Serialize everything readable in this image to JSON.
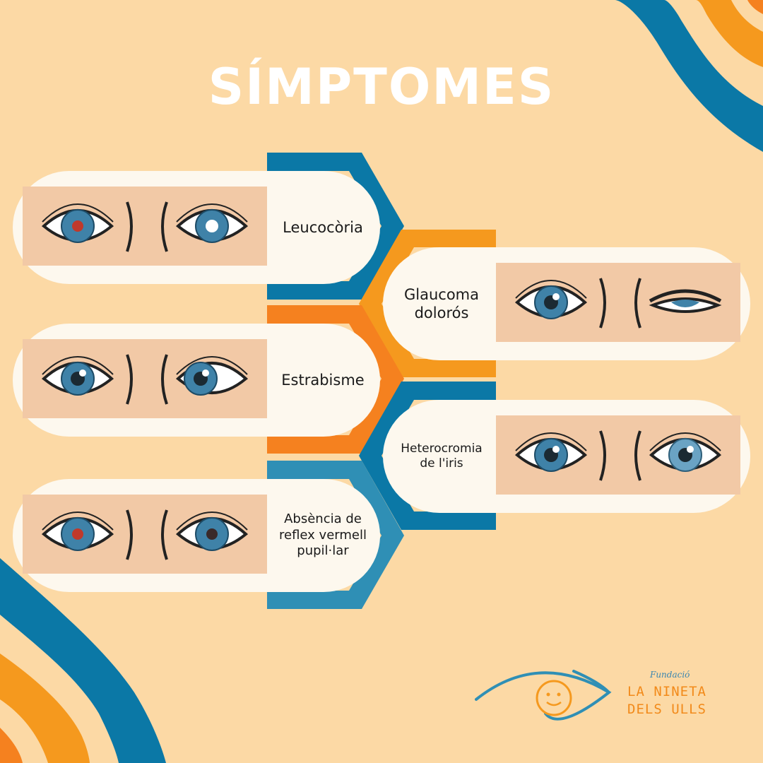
{
  "title": "SÍMPTOMES",
  "colors": {
    "background": "#fcd9a5",
    "blue": "#0b78a6",
    "orange": "#f5811f",
    "yellow_orange": "#f5991e",
    "light_blue": "#2f8fb5",
    "card": "#fdf8ee",
    "skin": "#f2c9a6",
    "iris": "#3f82a8"
  },
  "symptoms": [
    {
      "label": "Leucocòria",
      "left_eye": "red-pupil",
      "right_eye": "white-pupil"
    },
    {
      "label": "Glaucoma\ndolorós",
      "left_eye": "normal",
      "right_eye": "half-closed"
    },
    {
      "label": "Estrabisme",
      "left_eye": "normal",
      "right_eye": "deviated"
    },
    {
      "label": "Heterocromia\nde l'iris",
      "left_eye": "normal",
      "right_eye": "light-iris"
    },
    {
      "label": "Absència de\nreflex vermell\npupil·lar",
      "left_eye": "red-pupil",
      "right_eye": "dark-pupil"
    }
  ],
  "logo": {
    "small": "Fundació",
    "line1": "LA NINETA",
    "line2": "DELS ULLS",
    "icon": "eye-smiley-icon"
  }
}
